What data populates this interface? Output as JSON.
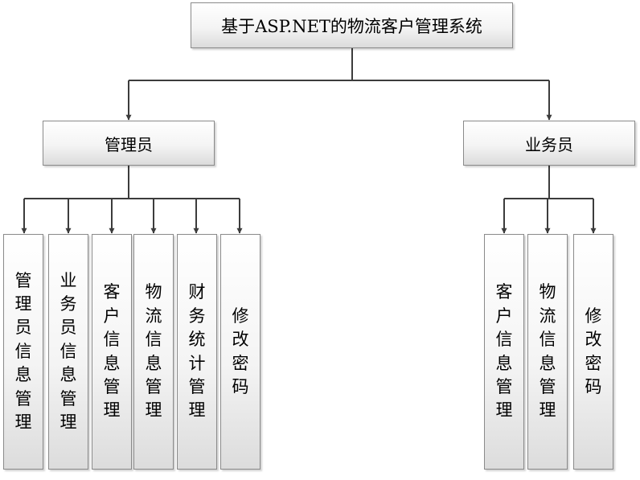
{
  "root": {
    "label": "基于ASP.NET的物流客户管理系统"
  },
  "left": {
    "label": "管理员",
    "children": [
      "管理员信息管理",
      "业务员信息管理",
      "客户信息管理",
      "物流信息管理",
      "财务统计管理",
      "修改密码"
    ]
  },
  "right": {
    "label": "业务员",
    "children": [
      "客户信息管理",
      "物流信息管理",
      "修改密码"
    ]
  },
  "colors": {
    "line": "#3c3c3c",
    "box_border": "#8a8a8a"
  }
}
